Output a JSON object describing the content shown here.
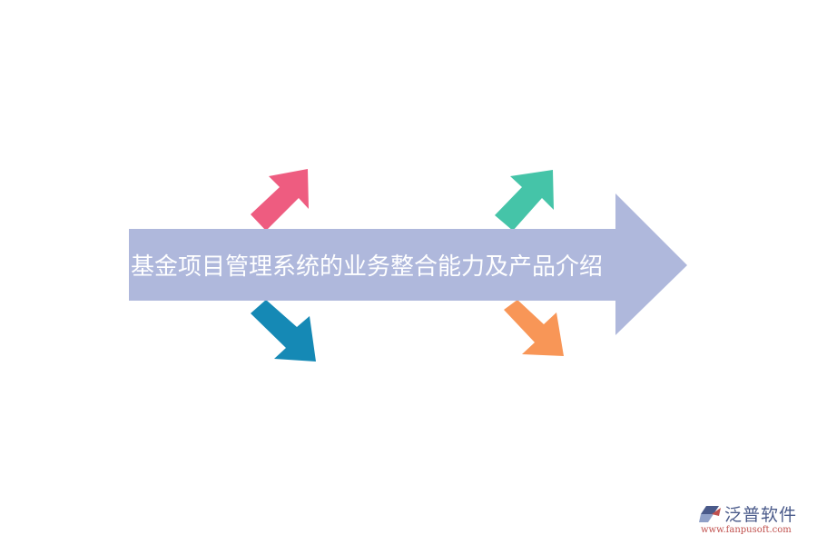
{
  "diagram": {
    "title": "基金项目管理系统的业务整合能力及产品介绍",
    "main_arrow": {
      "color": "#AFB8DC",
      "direction": "right"
    },
    "branch_arrows": [
      {
        "id": "top-left",
        "direction": "up-right",
        "color": "#EE5C80"
      },
      {
        "id": "bottom-left",
        "direction": "down-right",
        "color": "#1589B5"
      },
      {
        "id": "top-right",
        "direction": "up-right",
        "color": "#45C4A8"
      },
      {
        "id": "bottom-right",
        "direction": "down-right",
        "color": "#F89657"
      }
    ]
  },
  "logo": {
    "name": "泛普软件",
    "url": "www.fanpusoft.com",
    "icon": "fanpu-logo-icon"
  }
}
